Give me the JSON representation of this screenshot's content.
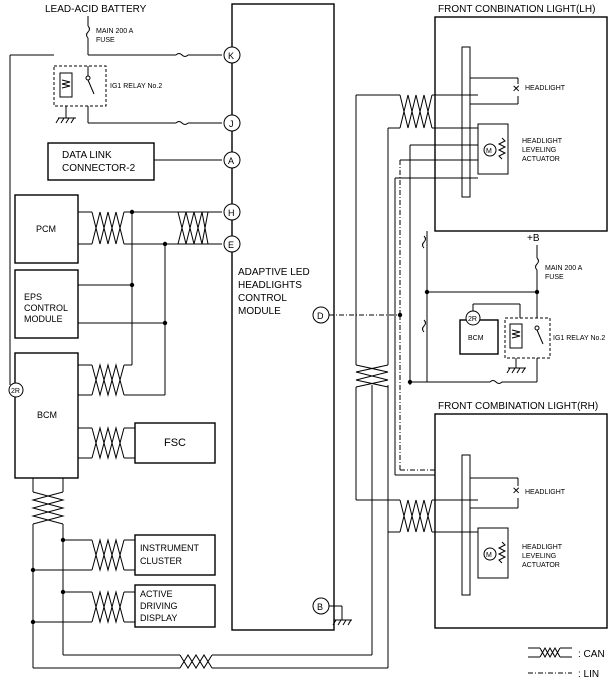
{
  "labels": {
    "battery": "LEAD-ACID BATTERY",
    "main_fuse_1": "MAIN 200 A",
    "main_fuse_2": "FUSE",
    "ig1_relay": "IG1 RELAY No.2",
    "dlc_1": "DATA LINK",
    "dlc_2": "CONNECTOR-2",
    "pcm": "PCM",
    "eps_1": "EPS",
    "eps_2": "CONTROL",
    "eps_3": "MODULE",
    "bcm": "BCM",
    "bcm_pin": "2R",
    "fsc": "FSC",
    "ic_1": "INSTRUMENT",
    "ic_2": "CLUSTER",
    "add_1": "ACTIVE",
    "add_2": "DRIVING",
    "add_3": "DISPLAY",
    "module_1": "ADAPTIVE LED",
    "module_2": "HEADLIGHTS",
    "module_3": "CONTROL",
    "module_4": "MODULE",
    "front_lh": "FRONT CONBINATION LIGHT(LH)",
    "front_rh": "FRONT COMBINATION LIGHT(RH)",
    "headlight": "HEADLIGHT",
    "leveling_1": "HEADLIGHT",
    "leveling_2": "LEVELING",
    "leveling_3": "ACTUATOR",
    "plus_b": "+B",
    "motor": "M",
    "legend_can": ": CAN",
    "legend_lin": ": LIN"
  },
  "pins": {
    "k": "K",
    "j": "J",
    "a": "A",
    "h": "H",
    "e": "E",
    "d": "D",
    "b": "B"
  }
}
